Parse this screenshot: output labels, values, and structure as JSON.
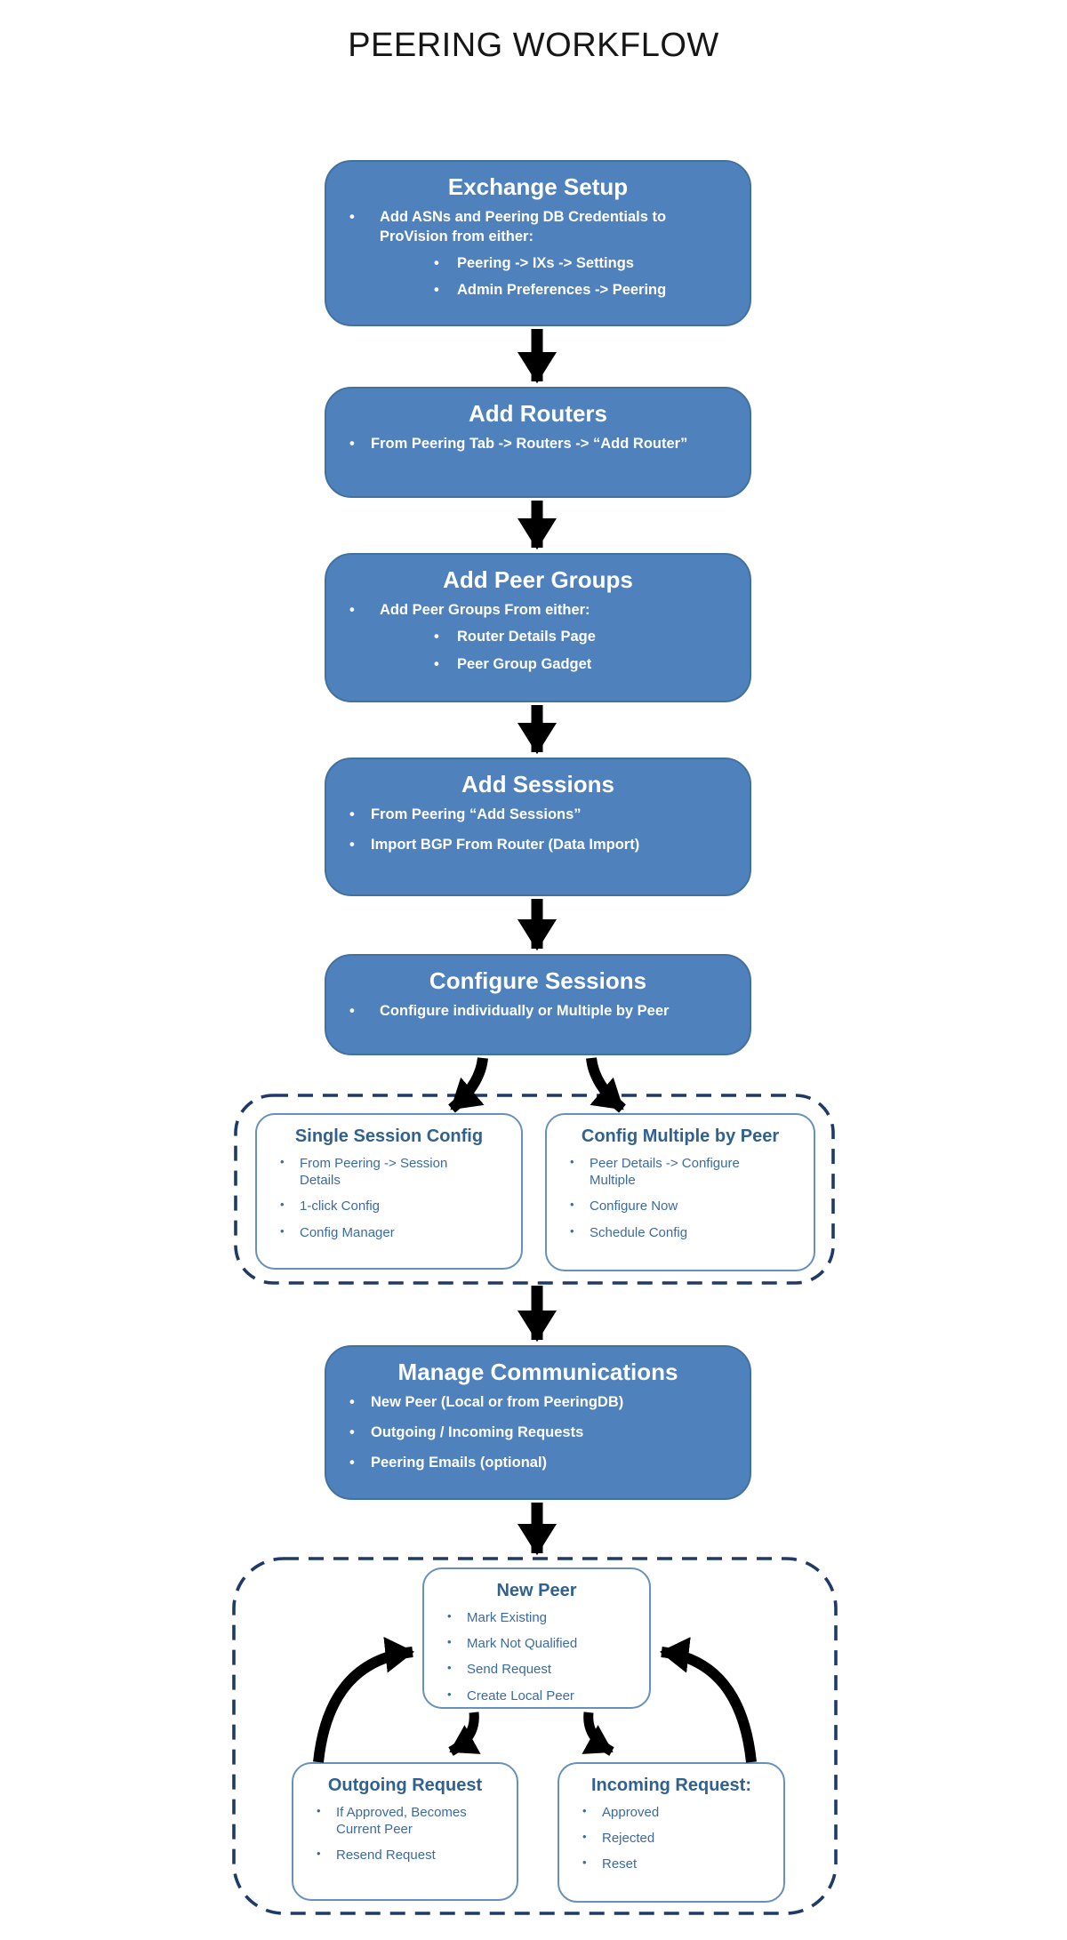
{
  "title": "PEERING WORKFLOW",
  "colors": {
    "box_fill": "#4f81bd",
    "box_border": "#43719f",
    "box_text": "#ffffff",
    "dashed_container_border": "#1f3a67",
    "subbox_border": "#6790bd",
    "subbox_heading": "#31618f",
    "subbox_text": "#3a6ba5",
    "arrow": "#000000",
    "title_text": "#161616"
  },
  "flow": [
    {
      "key": "exchange-setup",
      "title": "Exchange Setup",
      "bullets": [
        {
          "text": "Add ASNs and Peering DB Credentials to ProVision from either:",
          "children": [
            "Peering -> IXs -> Settings",
            "Admin Preferences -> Peering"
          ]
        }
      ]
    },
    {
      "key": "add-routers",
      "title": "Add Routers",
      "bullets": [
        {
          "text": "From Peering Tab -> Routers -> “Add Router”",
          "children": []
        }
      ]
    },
    {
      "key": "add-peer-groups",
      "title": "Add Peer Groups",
      "bullets": [
        {
          "text": "Add Peer Groups From either:",
          "children": [
            "Router Details Page",
            "Peer Group Gadget"
          ]
        }
      ]
    },
    {
      "key": "add-sessions",
      "title": "Add Sessions",
      "bullets": [
        {
          "text": "From  Peering “Add Sessions”",
          "children": []
        },
        {
          "text": "Import BGP From Router (Data Import)",
          "children": []
        }
      ]
    },
    {
      "key": "configure-sessions",
      "title": "Configure Sessions",
      "bullets": [
        {
          "text": "Configure individually or Multiple by Peer",
          "children": []
        }
      ]
    },
    {
      "key": "manage-communications",
      "title": "Manage Communications",
      "bullets": [
        {
          "text": "New Peer (Local or from PeeringDB)",
          "children": []
        },
        {
          "text": "Outgoing / Incoming Requests",
          "children": []
        },
        {
          "text": "Peering Emails (optional)",
          "children": []
        }
      ]
    }
  ],
  "config_group": {
    "single": {
      "title": "Single Session Config",
      "bullets": [
        "From Peering -> Session Details",
        "1-click Config",
        "Config Manager"
      ]
    },
    "multiple": {
      "title": "Config Multiple by Peer",
      "bullets": [
        "Peer Details -> Configure Multiple",
        "Configure Now",
        "Schedule Config"
      ]
    }
  },
  "request_group": {
    "new_peer": {
      "title": "New Peer",
      "bullets": [
        "Mark Existing",
        "Mark Not Qualified",
        "Send Request",
        "Create Local Peer"
      ]
    },
    "outgoing": {
      "title": "Outgoing Request",
      "bullets": [
        "If Approved, Becomes Current Peer",
        "Resend Request"
      ]
    },
    "incoming": {
      "title": "Incoming Request:",
      "bullets": [
        "Approved",
        "Rejected",
        "Reset"
      ]
    }
  }
}
